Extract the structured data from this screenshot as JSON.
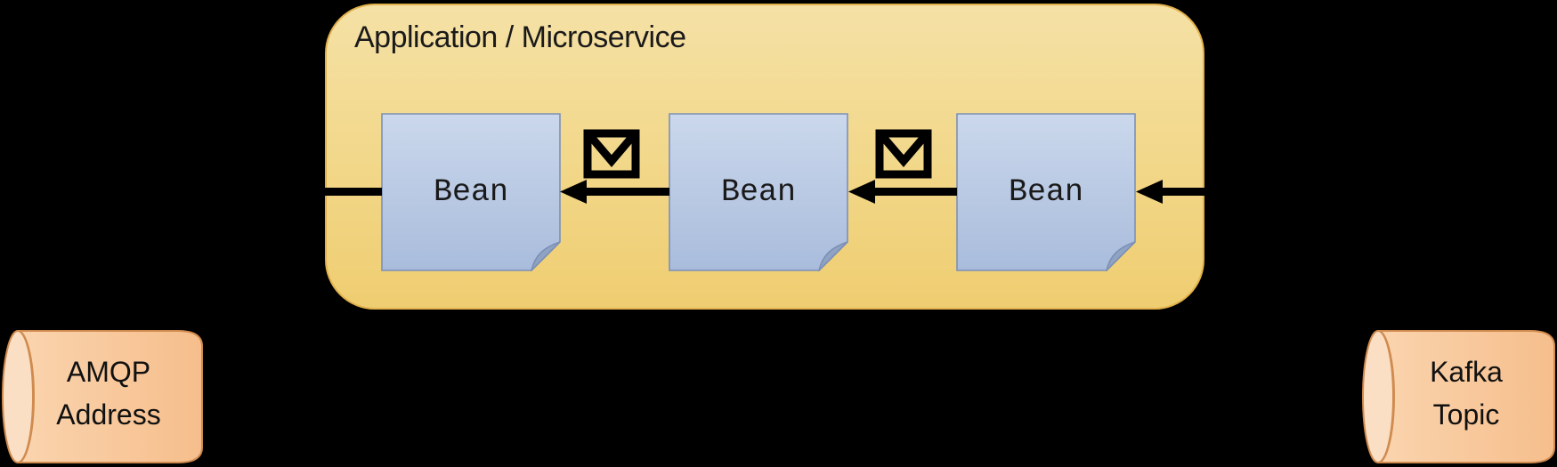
{
  "application": {
    "title": "Application / Microservice",
    "beans": [
      {
        "label": "Bean"
      },
      {
        "label": "Bean"
      },
      {
        "label": "Bean"
      }
    ],
    "message_icons": [
      {
        "name": "envelope-icon"
      },
      {
        "name": "envelope-icon"
      }
    ]
  },
  "endpoints": {
    "amqp": {
      "line1": "AMQP",
      "line2": "Address"
    },
    "kafka": {
      "line1": "Kafka",
      "line2": "Topic"
    }
  },
  "flow": {
    "direction": "right-to-left",
    "description_visible_arrows": 4
  },
  "colors": {
    "background": "#000000",
    "app_box_top": "#f5e1a6",
    "app_box_bottom": "#efcd71",
    "app_box_border": "#e2b14c",
    "bean_top": "#cbd8ec",
    "bean_bottom": "#a9bcdc",
    "bean_border": "#7c90b6",
    "bean_fold": "#8fa3c5",
    "cylinder_body_light": "#fad4ae",
    "cylinder_body_dark": "#f6be8c",
    "cylinder_cap": "#fbdfc5",
    "cylinder_border": "#d08b4f",
    "connector": "#000000",
    "text": "#1a1a1a"
  }
}
